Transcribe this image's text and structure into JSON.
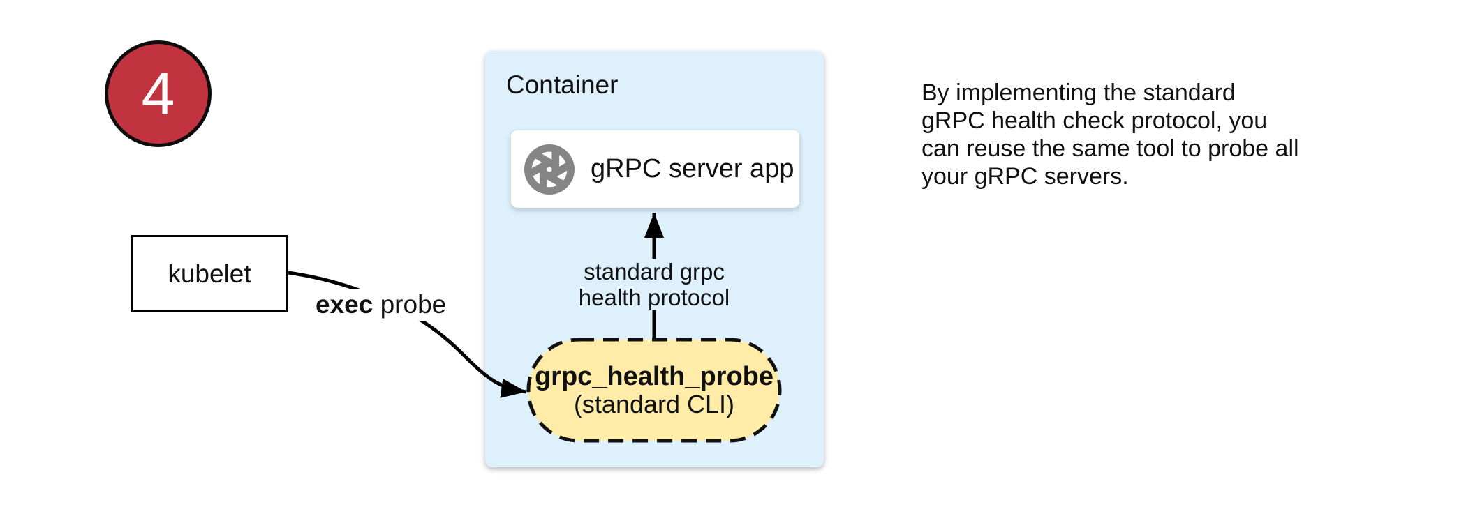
{
  "badge": {
    "number": "4"
  },
  "kubelet_box": {
    "label": "kubelet"
  },
  "exec_probe_label": {
    "bold": "exec",
    "rest": " probe"
  },
  "container": {
    "title": "Container",
    "server_box": {
      "label": "gRPC server app"
    },
    "health_arrow_label": "standard grpc\nhealth protocol",
    "probe_pill": {
      "name": "grpc_health_probe",
      "subtitle": "(standard CLI)"
    }
  },
  "note": "By implementing the standard\ngRPC health check protocol, you\ncan reuse the same tool to probe all\nyour gRPC servers.",
  "colors": {
    "badge_fill": "#c0333f",
    "container_fill": "#ddf0fb",
    "pill_fill": "#feeca8",
    "icon_gray": "#858585",
    "arrow": "#000000"
  }
}
